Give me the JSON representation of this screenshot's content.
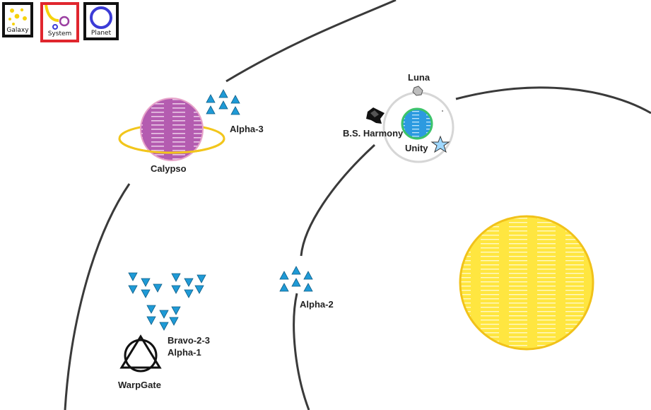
{
  "toolbar": {
    "modes": [
      {
        "label": "Galaxy",
        "icon": "galaxy-icon",
        "active": false
      },
      {
        "label": "System",
        "icon": "system-icon",
        "active": true
      },
      {
        "label": "Planet",
        "icon": "planet-icon",
        "active": false
      }
    ],
    "active_color": "#e0262e"
  },
  "map": {
    "star": {
      "color": "#ffe640"
    },
    "bodies": {
      "calypso": "Calypso",
      "luna": "Luna",
      "unity": "Unity",
      "harmony": "B.S. Harmony",
      "warpgate": "WarpGate"
    },
    "fleets": {
      "alpha3": "Alpha-3",
      "alpha2": "Alpha-2",
      "bravo": "Bravo-2-3",
      "alpha1": "Alpha-1"
    },
    "colors": {
      "friendly_ship": "#1f9ad6",
      "hostile_ship": "#1f9ad6",
      "orbit": "#3a3a3a",
      "calypso": "#b45cb0",
      "unity_ocean": "#2c9ae0",
      "unity_land": "#3cc46a"
    }
  }
}
